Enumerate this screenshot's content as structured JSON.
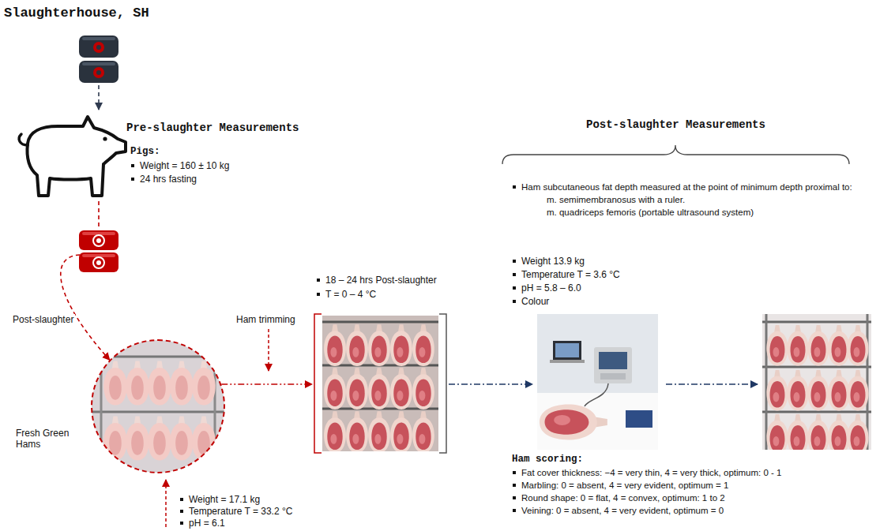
{
  "diagram": {
    "nodes": [
      {
        "text": [
          "Slaughterhouse, SH"
        ]
      },
      {
        "text": [
          "Pre-slaughter Measurements",
          "Pigs:",
          "Weight = 160 ± 10 kg",
          "24 hrs fasting"
        ]
      },
      {
        "text": [
          "Fresh Green Hams",
          "Weight = 17.1 kg",
          "Temperature T = 33.2 °C",
          "pH = 6.1"
        ]
      },
      {
        "text": [
          "18 – 24 hrs Post-slaughter",
          "T = 0 – 4 °C"
        ]
      },
      {
        "text": [
          "Ham subcutaneous fat depth measured at the point of minimum depth proximal to:",
          "m. semimembranosus with a ruler.",
          "m. quadriceps femoris (portable ultrasound system)",
          "Weight 13.9 kg",
          "Temperature T = 3.6 °C",
          "pH = 5.8 – 6.0",
          "Colour",
          "Ham scoring:",
          "Fat cover thickness: −4 = very thin, 4 = very thick, optimum: 0 - 1",
          "Marbling: 0 = absent, 4 = very evident, optimum = 1",
          "Round shape: 0 = flat, 4 = convex, optimum: 1 to 2",
          "Veining: 0 = absent, 4 = very evident, optimum = 0"
        ]
      },
      {
        "text": [
          "Post-slaughter Measurements"
        ]
      }
    ],
    "edges": [
      {
        "from": 0,
        "to": 1,
        "arrow": "to"
      },
      {
        "from": 1,
        "to": 2,
        "arrow": "to",
        "label": "Post-slaughter"
      },
      {
        "from": 2,
        "to": 3,
        "arrow": "to",
        "label": "Ham trimming"
      },
      {
        "from": 3,
        "to": 4,
        "arrow": "to"
      },
      {
        "from": 4,
        "to": 5,
        "arrow": "to"
      }
    ]
  }
}
